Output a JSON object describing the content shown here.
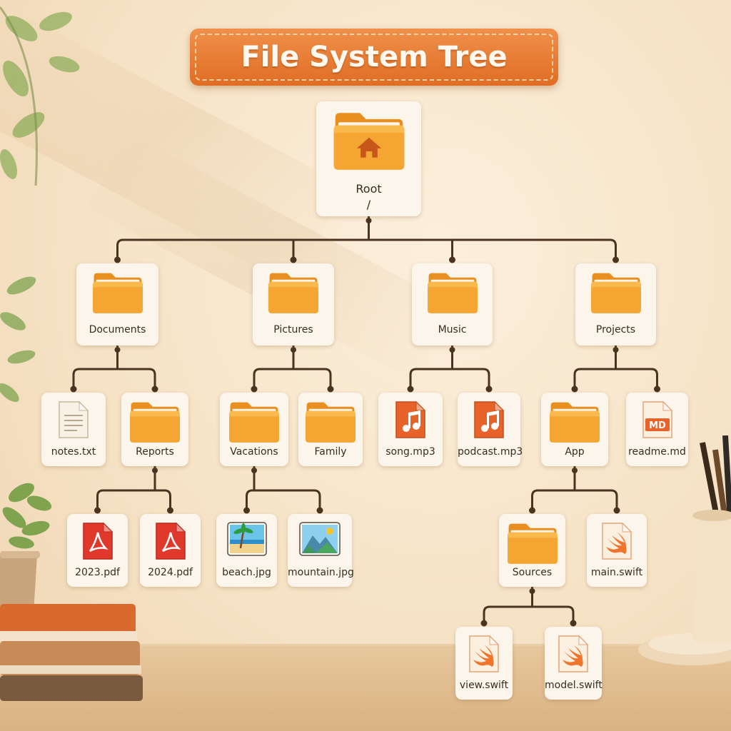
{
  "title": "File System Tree",
  "colors": {
    "banner": "#e8782f",
    "folder": "#f5a532",
    "pdf": "#e0392b",
    "music": "#e8632a",
    "swift": "#f0742c",
    "connector": "#4a3320",
    "card": "#fbf5eb"
  },
  "nodes": {
    "root": {
      "label": "Root",
      "path": "/",
      "icon": "home-folder-icon"
    },
    "documents": {
      "label": "Documents",
      "icon": "folder-icon"
    },
    "pictures": {
      "label": "Pictures",
      "icon": "folder-icon"
    },
    "music": {
      "label": "Music",
      "icon": "folder-icon"
    },
    "projects": {
      "label": "Projects",
      "icon": "folder-icon"
    },
    "notes": {
      "label": "notes.txt",
      "icon": "text-file-icon"
    },
    "reports": {
      "label": "Reports",
      "icon": "folder-icon"
    },
    "vacations": {
      "label": "Vacations",
      "icon": "folder-icon"
    },
    "family": {
      "label": "Family",
      "icon": "folder-icon"
    },
    "song": {
      "label": "song.mp3",
      "icon": "music-file-icon"
    },
    "podcast": {
      "label": "podcast.mp3",
      "icon": "music-file-icon"
    },
    "app": {
      "label": "App",
      "icon": "folder-icon"
    },
    "readme": {
      "label": "readme.md",
      "icon": "markdown-file-icon",
      "badge": "MD"
    },
    "pdf2023": {
      "label": "2023.pdf",
      "icon": "pdf-file-icon"
    },
    "pdf2024": {
      "label": "2024.pdf",
      "icon": "pdf-file-icon"
    },
    "beach": {
      "label": "beach.jpg",
      "icon": "beach-image-icon"
    },
    "mountain": {
      "label": "mountain.jpg",
      "icon": "mountain-image-icon"
    },
    "sources": {
      "label": "Sources",
      "icon": "folder-icon"
    },
    "mainswift": {
      "label": "main.swift",
      "icon": "swift-file-icon"
    },
    "viewswift": {
      "label": "view.swift",
      "icon": "swift-file-icon"
    },
    "modelswift": {
      "label": "model.swift",
      "icon": "swift-file-icon"
    }
  },
  "tree": {
    "root": [
      "documents",
      "pictures",
      "music",
      "projects"
    ],
    "documents": [
      "notes",
      "reports"
    ],
    "pictures": [
      "vacations",
      "family"
    ],
    "music": [
      "song",
      "podcast"
    ],
    "projects": [
      "app",
      "readme"
    ],
    "reports": [
      "pdf2023",
      "pdf2024"
    ],
    "vacations": [
      "beach",
      "mountain"
    ],
    "app": [
      "sources",
      "mainswift"
    ],
    "sources": [
      "viewswift",
      "modelswift"
    ]
  }
}
